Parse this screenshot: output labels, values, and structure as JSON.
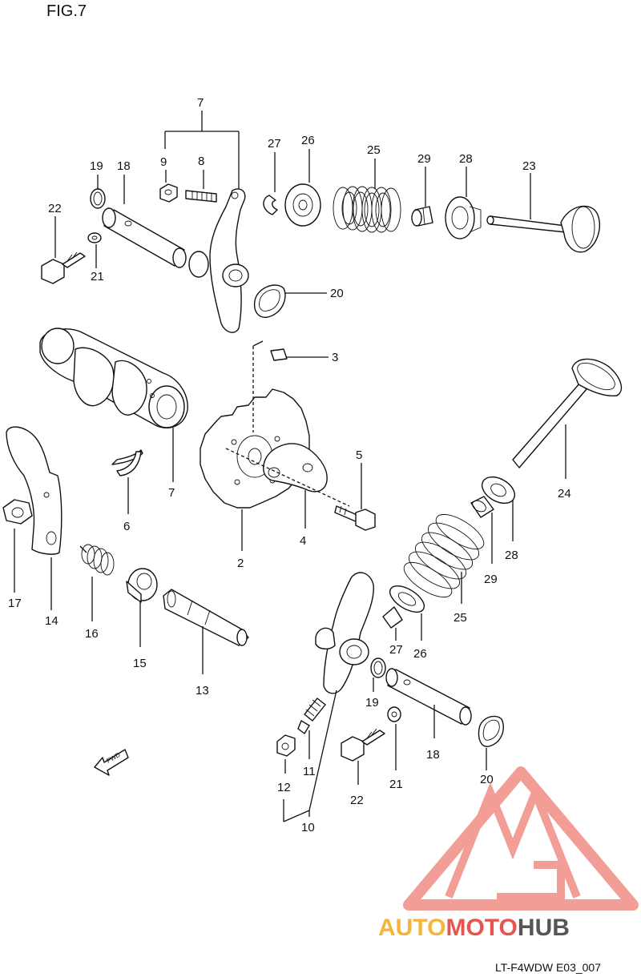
{
  "figure": {
    "title": "FIG.7",
    "code": "LT-F4WDW E03_007",
    "fwd_label": "FWD"
  },
  "callouts": {
    "c2": "2",
    "c3": "3",
    "c4": "4",
    "c5": "5",
    "c6": "6",
    "c7_top": "7",
    "c7_cam": "7",
    "c8": "8",
    "c9": "9",
    "c10": "10",
    "c11": "11",
    "c12": "12",
    "c13": "13",
    "c14": "14",
    "c15": "15",
    "c16": "16",
    "c17": "17",
    "c18_top": "18",
    "c18_bot": "18",
    "c19_top": "19",
    "c19_bot": "19",
    "c20_top": "20",
    "c20_bot": "20",
    "c21_top": "21",
    "c21_bot": "21",
    "c22_top": "22",
    "c22_bot": "22",
    "c23": "23",
    "c24": "24",
    "c25_top": "25",
    "c25_bot": "25",
    "c26_top": "26",
    "c26_bot": "26",
    "c27_top": "27",
    "c27_bot": "27",
    "c28_top": "28",
    "c28_bot": "28",
    "c29_top": "29",
    "c29_bot": "29"
  },
  "watermark": {
    "part1": "AUTO",
    "part2": "MOTO",
    "part3": "HUB",
    "color1": "#f3b53c",
    "color2": "#e8554f",
    "color3": "#555555"
  }
}
